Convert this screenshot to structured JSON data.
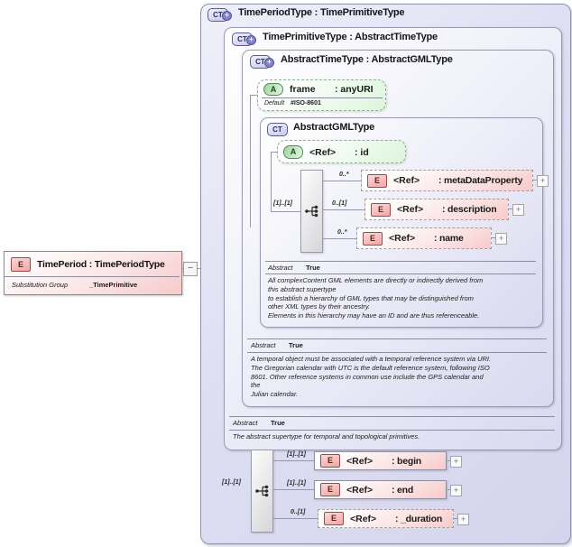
{
  "colors": {
    "panel_fill": "#dedef3",
    "element_pink": "#f7caca",
    "attribute_green": "#ddf4dd",
    "ct_icon_purple": "#8585cf",
    "line_gray": "#9797ad"
  },
  "icons": {
    "element": "E",
    "attribute": "A",
    "complex_type": "CT",
    "derived_plus": "+",
    "expand": "+",
    "collapse": "−"
  },
  "root_element": {
    "title": "TimePeriod : TimePeriodType",
    "substitution_label": "Substitution Group",
    "substitution_value": "_TimePrimitive"
  },
  "panel": {
    "title": "TimePeriodType : TimePrimitiveType",
    "time_primitive": {
      "title": "TimePrimitiveType : AbstractTimeType",
      "abstract_label": "Abstract",
      "abstract_value": "True",
      "doc": "The abstract supertype for temporal and topological primitives."
    },
    "abstract_time": {
      "title": "AbstractTimeType : AbstractGMLType",
      "frame_attr": {
        "name": "frame",
        "type": ": anyURI",
        "default_label": "Default",
        "default_value": "#ISO-8601"
      },
      "abstract_label": "Abstract",
      "abstract_value": "True",
      "doc": "A temporal object must be associated with a temporal reference system via URI.\nThe Gregorian calendar with UTC is the default reference system, following ISO\n8601. Other reference systems in common use include the GPS calendar and\nthe\nJulian calendar."
    },
    "abstract_gml": {
      "title": "AbstractGMLType",
      "id_attr": {
        "name": "<Ref>",
        "type": ": id"
      },
      "sequence_label": "[1]..[1]",
      "elements": [
        {
          "occurs": "0..*",
          "name": "<Ref>",
          "type": ": metaDataProperty"
        },
        {
          "occurs": "0..[1]",
          "name": "<Ref>",
          "type": ": description"
        },
        {
          "occurs": "0..*",
          "name": "<Ref>",
          "type": ": name"
        }
      ],
      "abstract_label": "Abstract",
      "abstract_value": "True",
      "doc": "All complexContent GML elements are directly or indirectly derived from\nthis abstract supertype\nto establish a hierarchy of GML types that may be distinguished from\nother XML types by their ancestry.\nElements in this hierarchy may have an ID and are thus referenceable."
    },
    "sequence": {
      "label": "[1]..[1]",
      "elements": [
        {
          "occurs": "[1]..[1]",
          "name": "<Ref>",
          "type": ": begin"
        },
        {
          "occurs": "[1]..[1]",
          "name": "<Ref>",
          "type": ": end"
        },
        {
          "occurs": "0..[1]",
          "name": "<Ref>",
          "type": ": _duration"
        }
      ]
    }
  }
}
